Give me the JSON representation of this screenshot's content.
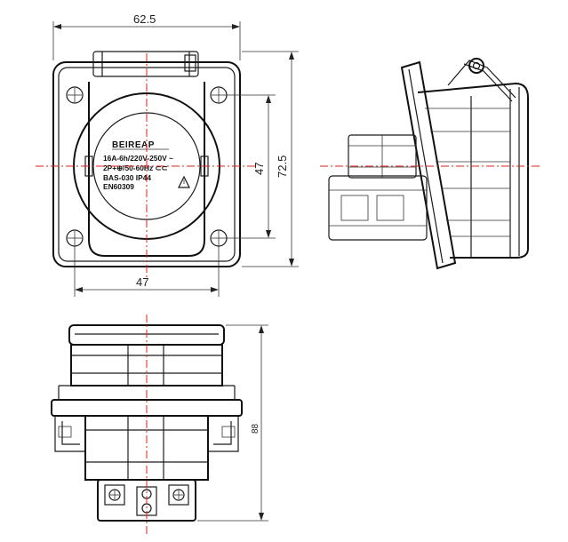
{
  "dimensions": {
    "top_width": "62.5",
    "bottom_width": "47",
    "inner_height": "47",
    "outer_height": "72.5",
    "side_height": "88"
  },
  "label": {
    "brand": "BEIREAP",
    "line1": "16A-6h/220V-250V ~",
    "line2": "2P+⊕/50-60Hz ⊂⊂",
    "line3": "BAS-030  IP44",
    "line4": "EN60309"
  },
  "colors": {
    "line": "#1a1a1a",
    "centerline": "#e0201b",
    "background": "#ffffff"
  }
}
